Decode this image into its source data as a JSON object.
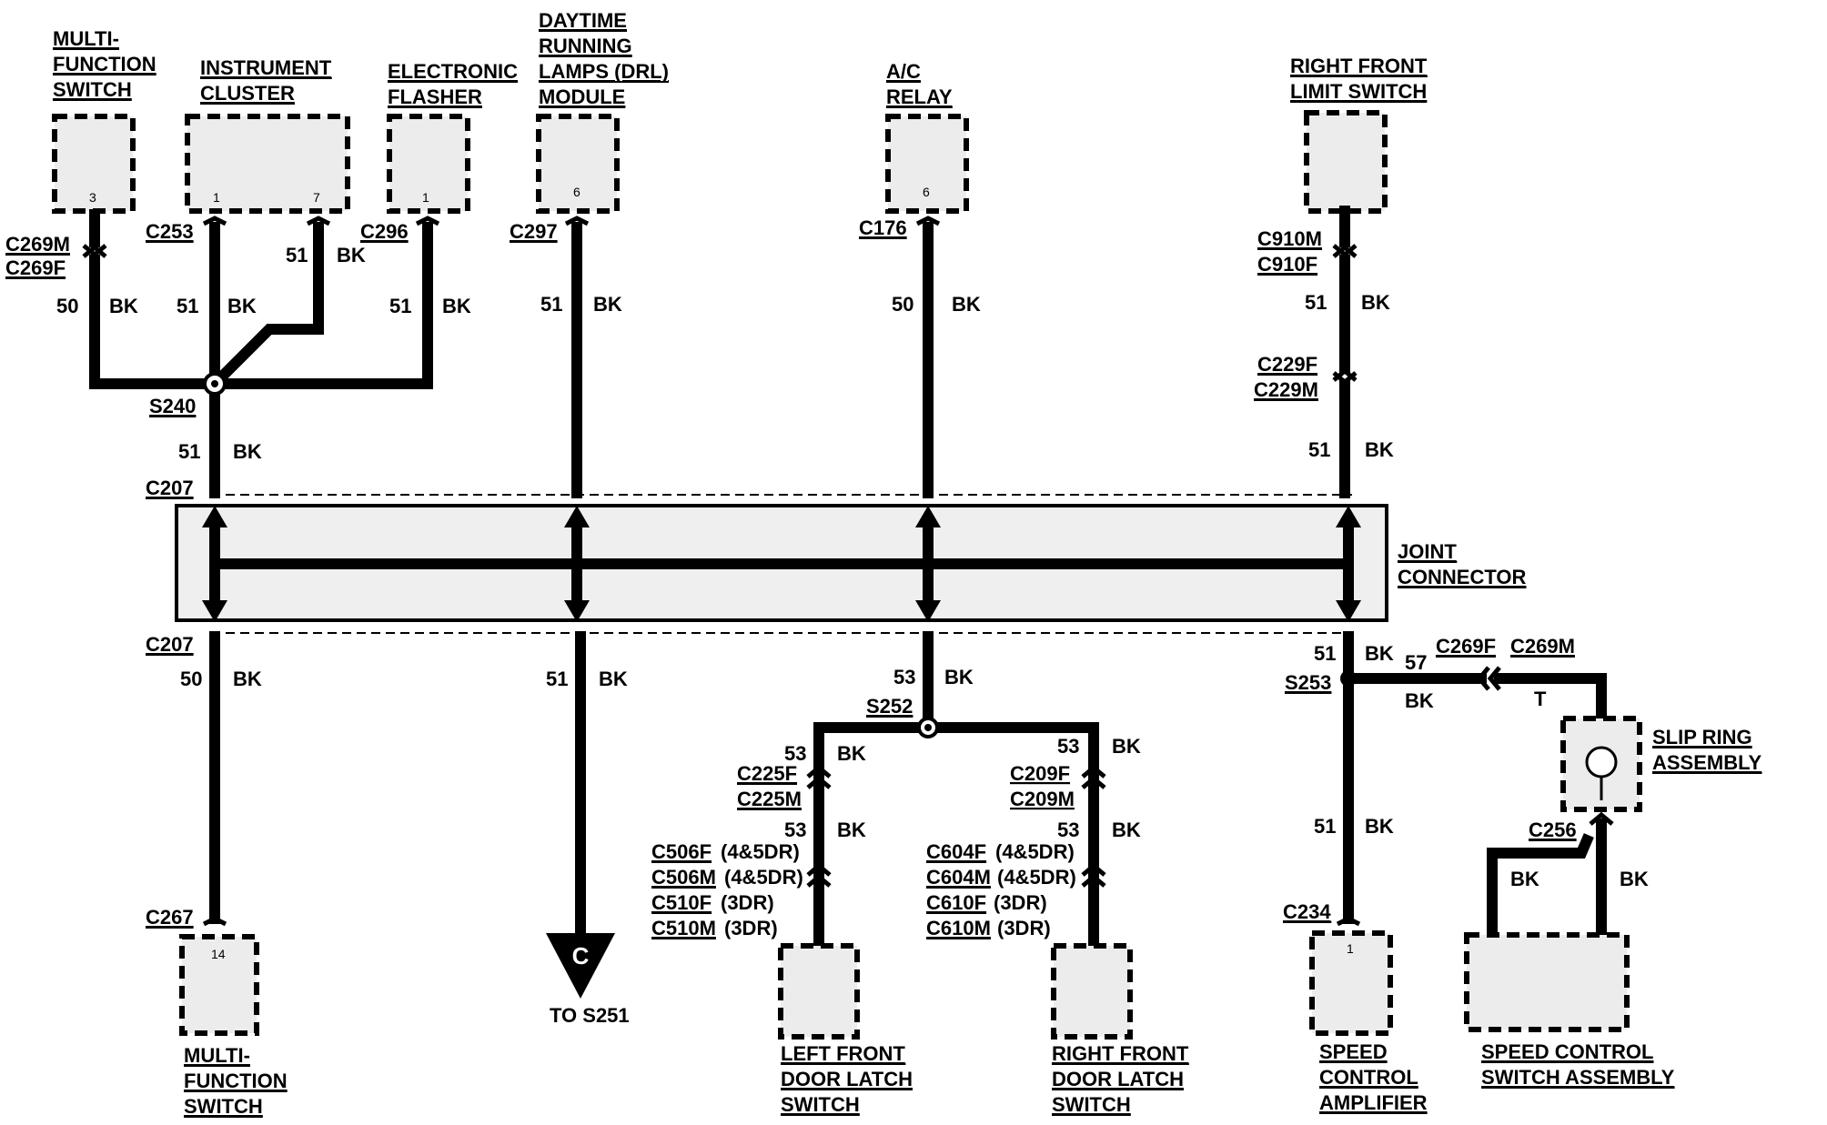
{
  "components_top": {
    "multifunction_switch": {
      "name": "MULTI-\nFUNCTION\nSWITCH",
      "pin": "3"
    },
    "instrument_cluster": {
      "name": "INSTRUMENT\nCLUSTER",
      "pin_a": "1",
      "pin_b": "7"
    },
    "electronic_flasher": {
      "name": "ELECTRONIC\nFLASHER",
      "pin": "1"
    },
    "drl_module": {
      "name": "DAYTIME\nRUNNING\nLAMPS (DRL)\nMODULE",
      "pin": "6"
    },
    "ac_relay": {
      "name": "A/C\nRELAY",
      "pin": "6"
    },
    "right_front_limit_switch": {
      "name": "RIGHT FRONT\nLIMIT SWITCH"
    }
  },
  "components_bottom": {
    "multifunction_switch": {
      "name": "MULTI-\nFUNCTION\nSWITCH",
      "pin": "14"
    },
    "to_s251": {
      "symbol": "C",
      "label": "TO S251"
    },
    "left_front_door_latch": {
      "name": "LEFT FRONT\nDOOR LATCH\nSWITCH"
    },
    "right_front_door_latch": {
      "name": "RIGHT FRONT\nDOOR LATCH\nSWITCH"
    },
    "speed_control_amplifier": {
      "name": "SPEED\nCONTROL\nAMPLIFIER",
      "pin": "1"
    },
    "speed_control_switch": {
      "name": "SPEED CONTROL\nSWITCH ASSEMBLY"
    },
    "slip_ring": {
      "name": "SLIP RING\nASSEMBLY"
    }
  },
  "joint_connector": {
    "name": "JOINT\nCONNECTOR"
  },
  "connectors": {
    "c269m": "C269M",
    "c269f": "C269F",
    "c253": "C253",
    "c296": "C296",
    "c297": "C297",
    "c176": "C176",
    "c910m": "C910M",
    "c910f": "C910F",
    "c229f": "C229F",
    "c229m": "C229M",
    "s240": "S240",
    "c207_top": "C207",
    "c207_bot": "C207",
    "c267": "C267",
    "s252": "S252",
    "c225f": "C225F",
    "c225m": "C225M",
    "c506f": "C506F",
    "c506m": "C506M",
    "c510f": "C510F",
    "c510m": "C510M",
    "c604f": "C604F",
    "c604m": "C604M",
    "c610f": "C610F",
    "c610m": "C610M",
    "s253": "S253",
    "c269f_b": "C269F",
    "c269m_b": "C269M",
    "c256": "C256",
    "c234": "C234"
  },
  "variants": {
    "v45": "(4&5DR)",
    "v3": "(3DR)"
  },
  "wires": {
    "w50": "50",
    "w51": "51",
    "w53": "53",
    "w57": "57",
    "bk": "BK",
    "t": "T"
  }
}
